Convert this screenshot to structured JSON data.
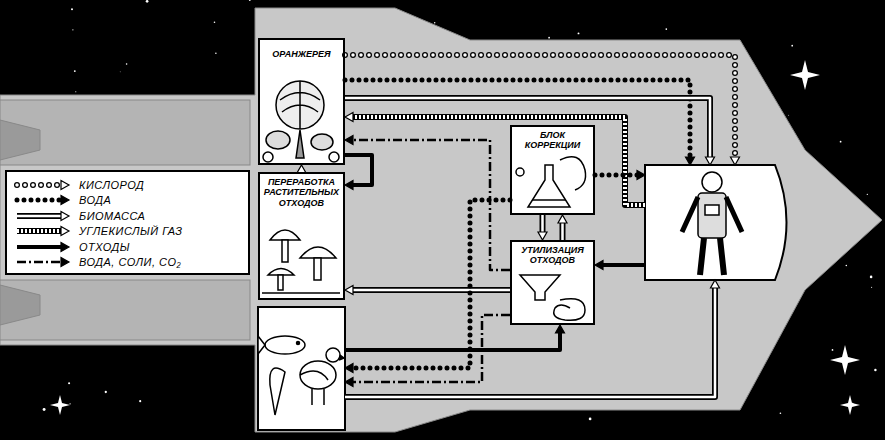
{
  "diagram": {
    "nodes": [
      {
        "text": [
          "ОРАНЖЕРЕЯ"
        ]
      },
      {
        "text": [
          "ПЕРЕРАБОТКА РАСТИТЕЛЬНЫХ ОТХОДОВ"
        ]
      },
      {
        "text": [
          "БЛОК КОРРЕКЦИИ"
        ]
      },
      {
        "text": [
          "УТИЛИЗАЦИЯ ОТХОДОВ"
        ]
      }
    ],
    "edges": [
      {
        "from": 1,
        "to": 0,
        "arrow": "to"
      },
      {
        "from": 2,
        "to": 3,
        "arrow": "to"
      },
      {
        "from": 3,
        "to": 2,
        "arrow": "to"
      }
    ],
    "legend": [
      {
        "text": "КИСЛОРОД"
      },
      {
        "text": "ВОДА"
      },
      {
        "text": "БИОМАССА"
      },
      {
        "text": "УГЛЕКИСЛЫЙ ГАЗ"
      },
      {
        "text": "ОТХОДЫ"
      },
      {
        "text": "ВОДА, СОЛИ, CO₂"
      }
    ]
  }
}
